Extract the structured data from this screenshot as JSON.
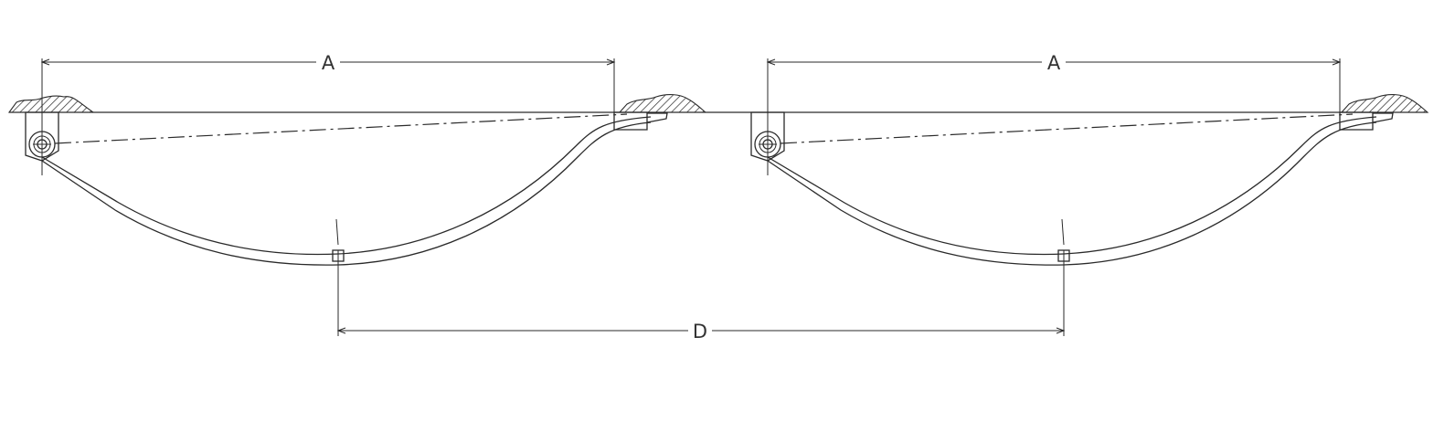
{
  "diagram": {
    "labels": {
      "span_left": "A",
      "span_right": "A",
      "axle_distance": "D"
    },
    "colors": {
      "line": "#2a2a2a",
      "background": "#ffffff"
    }
  }
}
